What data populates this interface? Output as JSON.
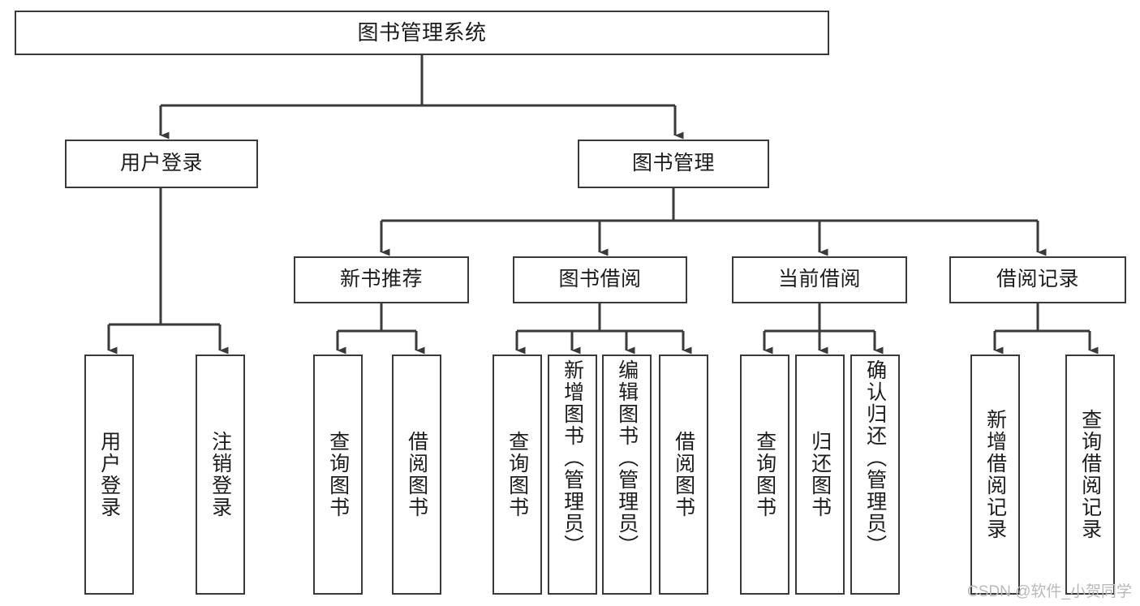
{
  "diagram": {
    "type": "tree-hierarchy-chart",
    "title": "图书管理系统",
    "watermark": "CSDN @软件_小贺同学",
    "colors": {
      "box_border": "#3a3a3a",
      "box_fill": "#ffffff",
      "connector": "#3a3a3a",
      "text": "#1c1c1c",
      "background": "#ffffff",
      "watermark": "#b9b9b9"
    },
    "levels": [
      {
        "level": 1,
        "nodes": [
          {
            "id": "root",
            "label": "图书管理系统",
            "orientation": "horizontal"
          }
        ]
      },
      {
        "level": 2,
        "nodes": [
          {
            "id": "user-login",
            "label": "用户登录",
            "orientation": "horizontal",
            "parent": "root"
          },
          {
            "id": "book-manage",
            "label": "图书管理",
            "orientation": "horizontal",
            "parent": "root"
          }
        ]
      },
      {
        "level": 3,
        "nodes": [
          {
            "id": "new-book-recommend",
            "label": "新书推荐",
            "orientation": "horizontal",
            "parent": "book-manage"
          },
          {
            "id": "book-borrow",
            "label": "图书借阅",
            "orientation": "horizontal",
            "parent": "book-manage"
          },
          {
            "id": "current-borrow",
            "label": "当前借阅",
            "orientation": "horizontal",
            "parent": "book-manage"
          },
          {
            "id": "borrow-record",
            "label": "借阅记录",
            "orientation": "horizontal",
            "parent": "book-manage"
          }
        ]
      },
      {
        "level": 4,
        "nodes": [
          {
            "id": "leaf-user-login",
            "label": "用户登录",
            "orientation": "vertical",
            "parent": "user-login"
          },
          {
            "id": "leaf-logout-login",
            "label": "注销登录",
            "orientation": "vertical",
            "parent": "user-login"
          },
          {
            "id": "leaf-query-book-1",
            "label": "查询图书",
            "orientation": "vertical",
            "parent": "new-book-recommend"
          },
          {
            "id": "leaf-borrow-book-1",
            "label": "借阅图书",
            "orientation": "vertical",
            "parent": "new-book-recommend"
          },
          {
            "id": "leaf-query-book-2",
            "label": "查询图书",
            "orientation": "vertical",
            "parent": "book-borrow"
          },
          {
            "id": "leaf-add-book",
            "label": "新增图书（管理员）",
            "orientation": "vertical",
            "parent": "book-borrow"
          },
          {
            "id": "leaf-edit-book",
            "label": "编辑图书（管理员）",
            "orientation": "vertical",
            "parent": "book-borrow"
          },
          {
            "id": "leaf-borrow-book-2",
            "label": "借阅图书",
            "orientation": "vertical",
            "parent": "book-borrow"
          },
          {
            "id": "leaf-query-book-3",
            "label": "查询图书",
            "orientation": "vertical",
            "parent": "current-borrow"
          },
          {
            "id": "leaf-return-book",
            "label": "归还图书",
            "orientation": "vertical",
            "parent": "current-borrow"
          },
          {
            "id": "leaf-confirm-return",
            "label": "确认归还（管理员）",
            "orientation": "vertical",
            "parent": "current-borrow"
          },
          {
            "id": "leaf-add-record",
            "label": "新增借阅记录",
            "orientation": "vertical",
            "parent": "borrow-record"
          },
          {
            "id": "leaf-query-record",
            "label": "查询借阅记录",
            "orientation": "vertical",
            "parent": "borrow-record"
          }
        ]
      }
    ]
  }
}
